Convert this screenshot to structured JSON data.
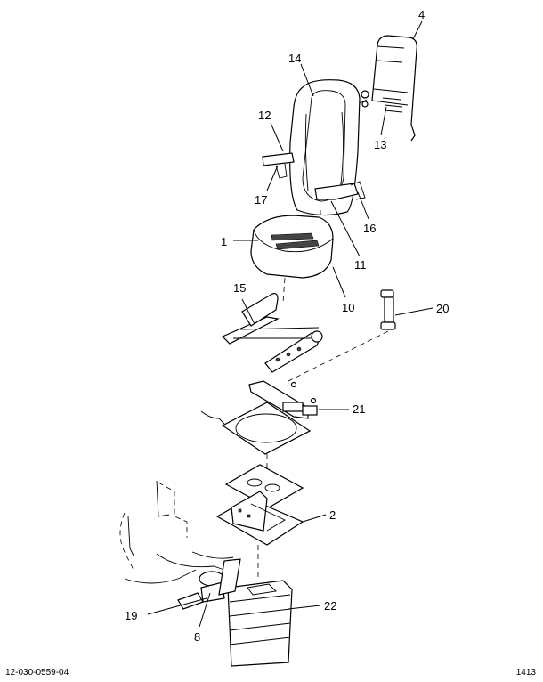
{
  "callouts": [
    {
      "id": "c4",
      "label": "4"
    },
    {
      "id": "c14",
      "label": "14"
    },
    {
      "id": "c12",
      "label": "12"
    },
    {
      "id": "c13",
      "label": "13"
    },
    {
      "id": "c17",
      "label": "17"
    },
    {
      "id": "c16",
      "label": "16"
    },
    {
      "id": "c1",
      "label": "1"
    },
    {
      "id": "c11",
      "label": "11"
    },
    {
      "id": "c10",
      "label": "10"
    },
    {
      "id": "c15",
      "label": "15"
    },
    {
      "id": "c20",
      "label": "20"
    },
    {
      "id": "c21",
      "label": "21"
    },
    {
      "id": "c2",
      "label": "2"
    },
    {
      "id": "c22",
      "label": "22"
    },
    {
      "id": "c19",
      "label": "19"
    },
    {
      "id": "c8",
      "label": "8"
    }
  ],
  "footer": {
    "left": "12-030-0559-04",
    "right": "1413"
  }
}
